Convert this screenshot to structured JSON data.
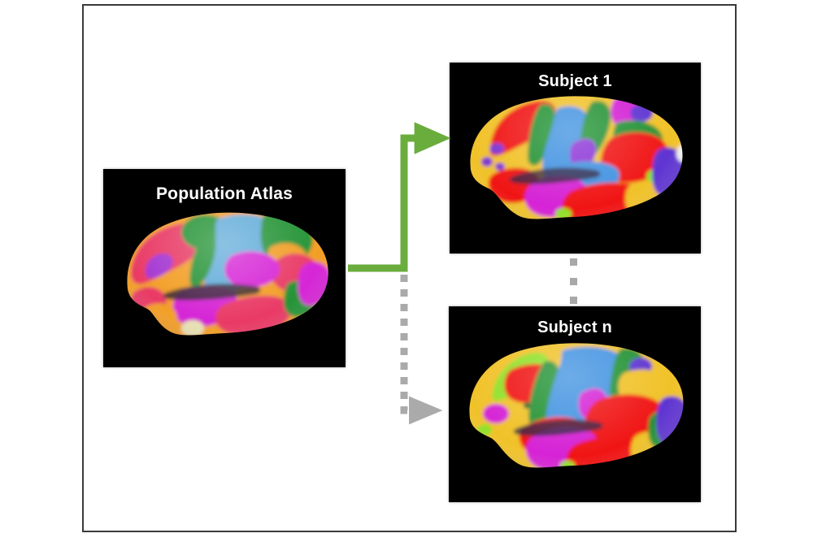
{
  "figure": {
    "type": "diagram",
    "description": "Brain parcellation mapping from a population atlas to individual subjects",
    "background_color": "#ffffff",
    "border_color": "#3a3a3a"
  },
  "panels": [
    {
      "id": "population-atlas",
      "title": "Population Atlas",
      "background_color": "#000000",
      "title_color": "#ffffff",
      "view": "left lateral inflated cortical surface",
      "parcel_colors": [
        "#e8325f",
        "#f29a1e",
        "#5aa8d8",
        "#1f8f2e",
        "#d41fd4",
        "#8a2fd6",
        "#e8e0b0"
      ]
    },
    {
      "id": "subject-1",
      "title": "Subject 1",
      "background_color": "#000000",
      "title_color": "#ffffff",
      "view": "left lateral inflated cortical surface",
      "parcel_colors": [
        "#f0c020",
        "#f01010",
        "#3a8fe0",
        "#1f8f2e",
        "#d41fd4",
        "#5a2fd0",
        "#8de020",
        "#ffffff"
      ]
    },
    {
      "id": "subject-n",
      "title": "Subject n",
      "background_color": "#000000",
      "title_color": "#ffffff",
      "view": "left lateral inflated cortical surface",
      "parcel_colors": [
        "#f0c020",
        "#f01010",
        "#3a8fe0",
        "#1f8f2e",
        "#d41fd4",
        "#5a2fd0",
        "#8de020"
      ]
    }
  ],
  "connectors": [
    {
      "id": "atlas-to-subject-1",
      "style": "solid",
      "color": "#6aad3d",
      "has_arrowhead": true,
      "from": "population-atlas",
      "to": "subject-1"
    },
    {
      "id": "atlas-to-subject-n",
      "style": "dashed",
      "color": "#aaaaaa",
      "has_arrowhead": true,
      "from": "population-atlas",
      "to": "subject-n"
    }
  ],
  "ellipsis": {
    "id": "vertical-ellipsis",
    "dot_count": 3,
    "color": "#a8a8a8",
    "meaning": "additional subjects between Subject 1 and Subject n"
  }
}
